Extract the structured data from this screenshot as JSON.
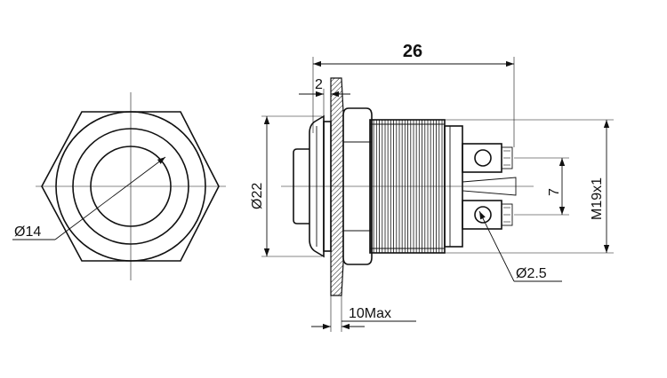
{
  "drawing": {
    "labels": {
      "overall_length": "26",
      "flange_thickness": "2",
      "head_diameter": "Ø22",
      "button_diameter": "Ø14",
      "thread": "M19x1",
      "terminal_spacing": "7",
      "hole_diameter": "Ø2.5",
      "panel_thickness": "10Max"
    },
    "colors": {
      "line": "#111111",
      "background": "#ffffff"
    }
  }
}
